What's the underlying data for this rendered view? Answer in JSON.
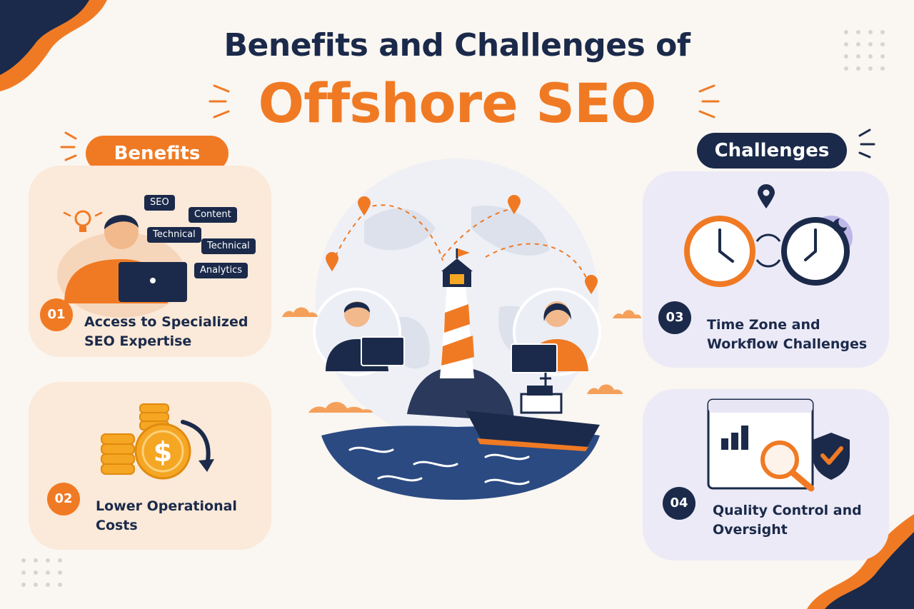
{
  "title": {
    "line1": "Benefits and Challenges of",
    "line2": "Offshore SEO"
  },
  "benefits": {
    "label": "Benefits",
    "items": [
      {
        "number": "01",
        "line1": "Access to Specialized",
        "line2": "SEO Expertise"
      },
      {
        "number": "02",
        "line1": "Lower Operational",
        "line2": "Costs"
      }
    ],
    "tags": [
      "SEO",
      "Content",
      "Technical",
      "Technical",
      "Analytics"
    ]
  },
  "challenges": {
    "label": "Challenges",
    "items": [
      {
        "number": "03",
        "line1": "Time Zone and",
        "line2": "Workflow Challenges"
      },
      {
        "number": "04",
        "line1": "Quality Control and",
        "line2": "Oversight"
      }
    ]
  },
  "icons": [
    "lightbulb-icon",
    "laptop-icon",
    "coin-stack-icon",
    "dollar-icon",
    "clock-icon",
    "map-pin-icon",
    "magnifier-icon",
    "shield-check-icon",
    "lighthouse-illustration",
    "ship-illustration",
    "globe-illustration"
  ],
  "colors": {
    "orange": "#f07a24",
    "navy": "#1b2a4a",
    "background": "#faf6f1"
  }
}
